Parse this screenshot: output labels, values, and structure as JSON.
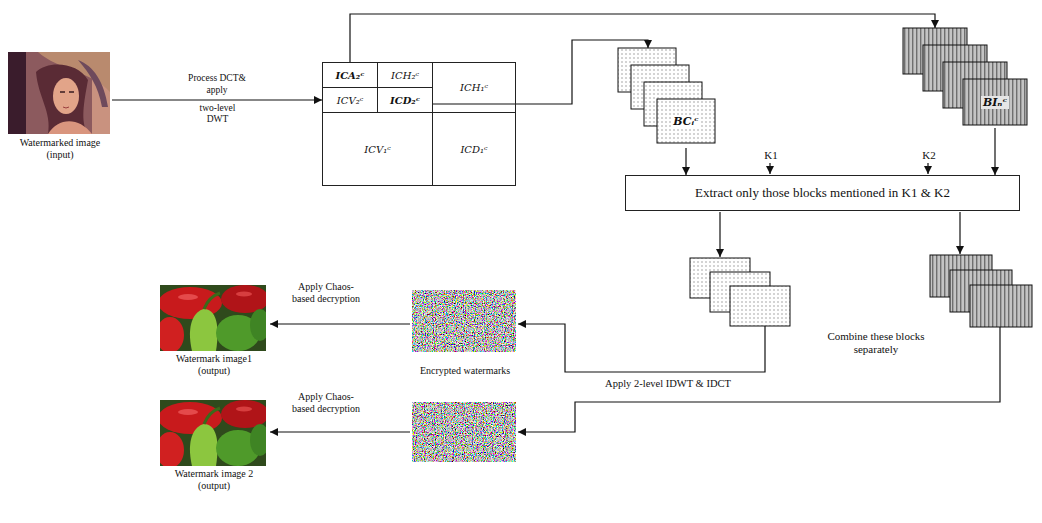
{
  "diagram": {
    "nodes": [
      {
        "text": [
          "Watermarked image (input)"
        ]
      },
      {
        "text": [
          "ICA₂ᶜ"
        ]
      },
      {
        "text": [
          "ICH₂ᶜ"
        ]
      },
      {
        "text": [
          "ICV₂ᶜ"
        ]
      },
      {
        "text": [
          "ICD₂ᶜ"
        ]
      },
      {
        "text": [
          "ICH₁ᶜ"
        ]
      },
      {
        "text": [
          "ICV₁ᶜ"
        ]
      },
      {
        "text": [
          "ICD₁ᶜ"
        ]
      },
      {
        "text": [
          "BCᵢᶜ"
        ]
      },
      {
        "text": [
          "BIₙᶜ"
        ]
      },
      {
        "text": [
          "Extract only those blocks mentioned in K1 & K2"
        ]
      },
      {
        "text": [
          "Watermark image1 (output)"
        ]
      },
      {
        "text": [
          "Watermark image 2 (output)"
        ]
      }
    ],
    "edges": [
      {
        "from": 0,
        "to": 3,
        "arrow": "to",
        "label": "Process DCT& apply"
      },
      {
        "from": 1,
        "to": 9,
        "arrow": "to"
      },
      {
        "from": 4,
        "to": 8,
        "arrow": "to"
      },
      {
        "from": 8,
        "to": 10,
        "arrow": "to"
      },
      {
        "from": 9,
        "to": 10,
        "arrow": "to"
      }
    ],
    "labels": [
      "two-level DWT",
      "K1",
      "K2",
      "Combine these blocks separately",
      "Apply 2-level IDWT & IDCT",
      "Encrypted watermarks",
      "Apply Chaos-based decryption",
      "Apply Chaos-based decryption"
    ]
  }
}
